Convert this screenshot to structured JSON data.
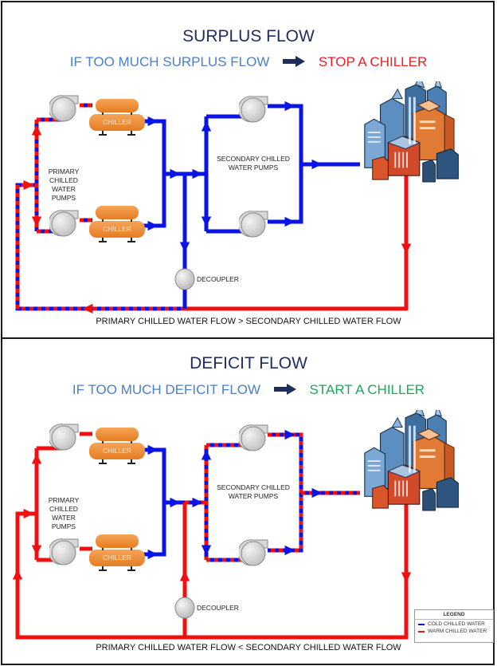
{
  "colors": {
    "cold": "#0a14e6",
    "warm": "#f01010",
    "title": "#1f2d5c",
    "subtitle": "#4a7fc9",
    "stop": "#e8202a",
    "start": "#21a558",
    "chiller": "#f0892e"
  },
  "surplus": {
    "title": "SURPLUS FLOW",
    "condition": "IF TOO MUCH SURPLUS FLOW",
    "action": "STOP A CHILLER",
    "primary_pumps_label": [
      "PRIMARY",
      "CHILLED",
      "WATER",
      "PUMPS"
    ],
    "secondary_pumps_label": [
      "SECONDARY CHILLED",
      "WATER PUMPS"
    ],
    "chiller_label": "CHILLER",
    "decoupler_label": "DECOUPLER",
    "caption": "PRIMARY CHILLED WATER FLOW > SECONDARY CHILLED WATER FLOW"
  },
  "deficit": {
    "title": "DEFICIT FLOW",
    "condition": "IF TOO MUCH DEFICIT FLOW",
    "action": "START A CHILLER",
    "primary_pumps_label": [
      "PRIMARY",
      "CHILLED",
      "WATER",
      "PUMPS"
    ],
    "secondary_pumps_label": [
      "SECONDARY CHILLED",
      "WATER PUMPS"
    ],
    "chiller_label": "CHILLER",
    "decoupler_label": "DECOUPLER",
    "caption": "PRIMARY CHILLED WATER FLOW < SECONDARY CHILLED WATER FLOW"
  },
  "legend": {
    "title": "LEGEND",
    "items": [
      {
        "label": "COLD CHILLED WATER",
        "color": "#0a14e6"
      },
      {
        "label": "WARM CHILLED WATER",
        "color": "#f01010"
      }
    ]
  }
}
